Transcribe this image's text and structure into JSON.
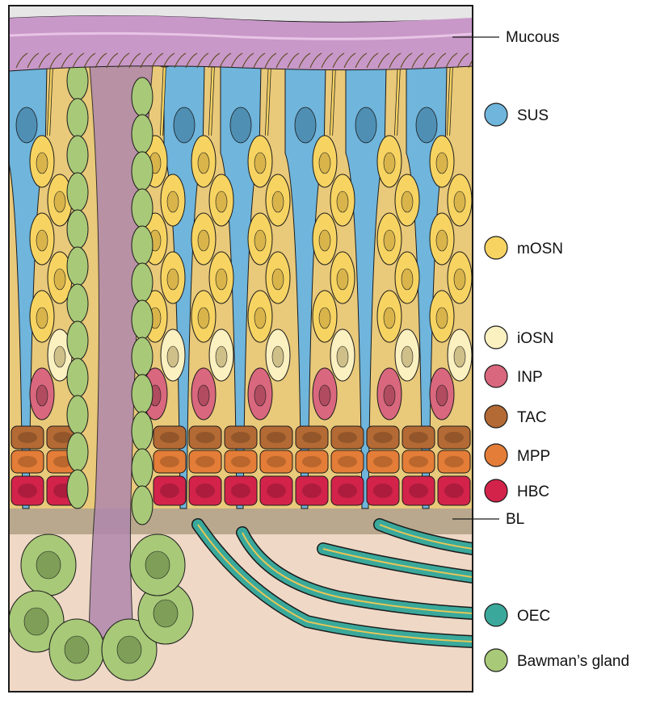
{
  "labels": {
    "mucous": "Mucous",
    "bl": "BL"
  },
  "legend": [
    {
      "key": "sus",
      "label": "SUS",
      "color": "#6fb5dc"
    },
    {
      "key": "mosn",
      "label": "mOSN",
      "color": "#f7d462"
    },
    {
      "key": "iosn",
      "label": "iOSN",
      "color": "#fbf0c0"
    },
    {
      "key": "inp",
      "label": "INP",
      "color": "#d9677e"
    },
    {
      "key": "tac",
      "label": "TAC",
      "color": "#b46a34"
    },
    {
      "key": "mpp",
      "label": "MPP",
      "color": "#e37d37"
    },
    {
      "key": "hbc",
      "label": "HBC",
      "color": "#d3234b"
    },
    {
      "key": "oec",
      "label": "OEC",
      "color": "#3aa99b"
    },
    {
      "key": "bawman",
      "label": "Bawman’s gland",
      "color": "#a8c978"
    }
  ],
  "colors": {
    "mucous": "#c898c8",
    "mucous_top": "#e6e6e6",
    "basal_lamina": "#b9a88d",
    "lamina_propria": "#efd8c6",
    "gland_duct": "#b088ad",
    "outline": "#1b1b1b"
  }
}
